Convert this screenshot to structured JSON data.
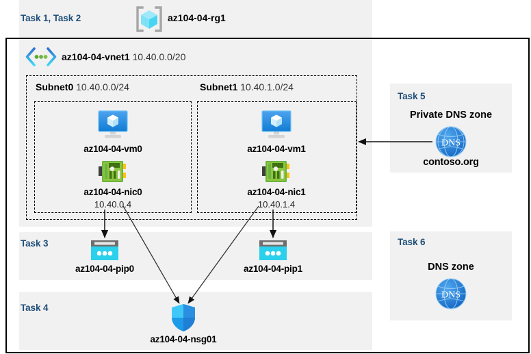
{
  "diagram": {
    "title": "Azure AZ-104-04 lab resource diagram",
    "colors": {
      "task_label": "#1f4e79",
      "panel_bg": "#f1f1f1",
      "frame_border": "#000000",
      "vm_icon": "#1b8ce3",
      "nic_icon": "#6cb33f",
      "pip_icon": "#32d2e8",
      "nsg_icon": "#32b4f2",
      "dns_icon": "#1f7fd4",
      "vnet_icon": "#2a7fd4",
      "rg_icon": "#6fd8f0"
    }
  },
  "resource_group": {
    "task_label": "Task 1, Task 2",
    "icon": "resource-group-icon",
    "name": "az104-04-rg1"
  },
  "vnet": {
    "icon": "virtual-network-icon",
    "name": "az104-04-vnet1",
    "address_space": "10.40.0.0/20"
  },
  "subnets": [
    {
      "name": "Subnet0",
      "cidr": "10.40.0.0/24",
      "vm": {
        "icon": "virtual-machine-icon",
        "name": "az104-04-vm0"
      },
      "nic": {
        "icon": "network-interface-icon",
        "name": "az104-04-nic0",
        "ip": "10.40.0.4"
      }
    },
    {
      "name": "Subnet1",
      "cidr": "10.40.1.0/24",
      "vm": {
        "icon": "virtual-machine-icon",
        "name": "az104-04-vm1"
      },
      "nic": {
        "icon": "network-interface-icon",
        "name": "az104-04-nic1",
        "ip": "10.40.1.4"
      }
    }
  ],
  "task3": {
    "task_label": "Task 3",
    "public_ips": [
      {
        "icon": "public-ip-address-icon",
        "name": "az104-04-pip0"
      },
      {
        "icon": "public-ip-address-icon",
        "name": "az104-04-pip1"
      }
    ]
  },
  "task4": {
    "task_label": "Task 4",
    "nsg": {
      "icon": "network-security-group-icon",
      "name": "az104-04-nsg01"
    }
  },
  "task5": {
    "task_label": "Task 5",
    "zone_title": "Private DNS zone",
    "icon": "dns-zone-icon",
    "zone_name": "contoso.org"
  },
  "task6": {
    "task_label": "Task 6",
    "zone_title": "DNS zone",
    "icon": "dns-zone-icon",
    "zone_name": ""
  },
  "connections": [
    {
      "from": "az104-04-nic0",
      "to": "az104-04-pip0",
      "style": "arrow-down"
    },
    {
      "from": "az104-04-nic1",
      "to": "az104-04-pip1",
      "style": "arrow-down"
    },
    {
      "from": "az104-04-nic0",
      "to": "az104-04-nsg01",
      "style": "arrow-diagonal"
    },
    {
      "from": "az104-04-nic1",
      "to": "az104-04-nsg01",
      "style": "arrow-diagonal"
    },
    {
      "from": "contoso.org",
      "to": "az104-04-vm1",
      "style": "arrow-left"
    }
  ]
}
